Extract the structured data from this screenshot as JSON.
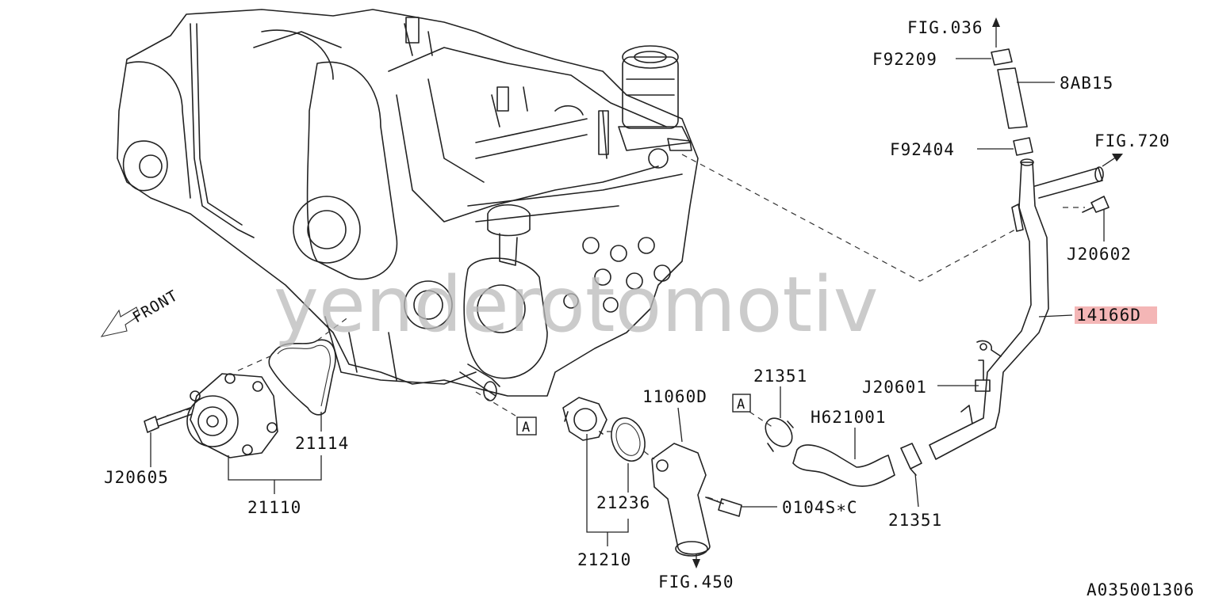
{
  "labels": {
    "fig036": "FIG.036",
    "f92209": "F92209",
    "p8ab15": "8AB15",
    "f92404": "F92404",
    "fig720": "FIG.720",
    "j20602": "J20602",
    "p14166d": "14166D",
    "j20601": "J20601",
    "p21351_top": "21351",
    "p21351_bottom": "21351",
    "h621001": "H621001",
    "p11060d": "11060D",
    "box_a_left": "A",
    "box_a_right": "A",
    "p21114": "21114",
    "j20605": "J20605",
    "p21110": "21110",
    "p21236": "21236",
    "p21210": "21210",
    "p0104sc": "0104S∗C",
    "fig450": "FIG.450",
    "front": "FRONT",
    "diagram_code": "A035001306"
  },
  "watermark": "yenderotomotiv",
  "highlight_color": "#f4b6b6"
}
